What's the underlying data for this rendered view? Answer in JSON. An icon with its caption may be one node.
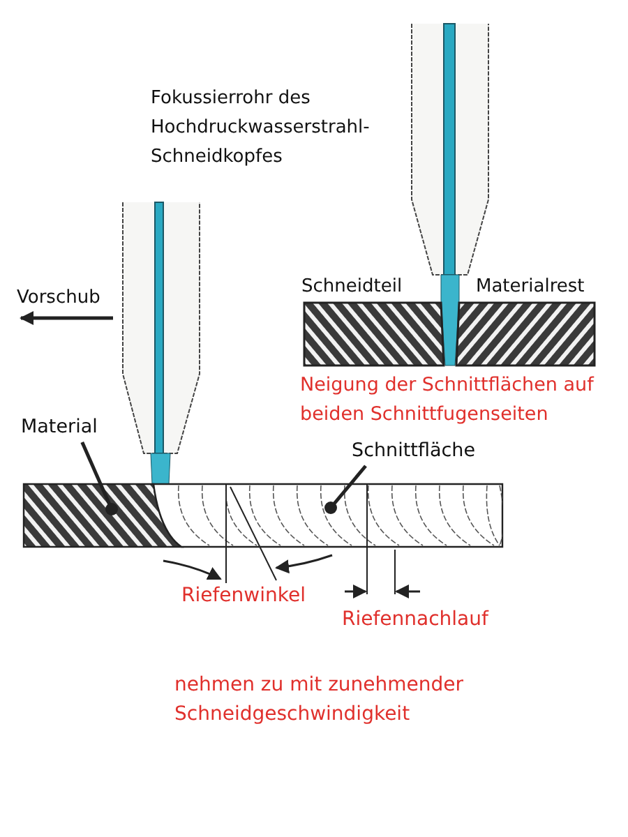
{
  "diagram": {
    "nodes": [
      {
        "text": [
          "Material"
        ]
      },
      {
        "text": [],
        "shape": "box"
      },
      {
        "text": [
          "Schnittfläche"
        ]
      },
      {
        "text": [],
        "shape": "box"
      }
    ],
    "edges": [
      {
        "from": 0,
        "to": 1,
        "arrow": "other"
      },
      {
        "from": 2,
        "to": 3,
        "arrow": "other"
      }
    ],
    "labels": [
      "Fokussierrohr des Hochdruckwasserstrahl-Schneidkopfes",
      "Vorschub",
      "Schneidteil",
      "Materialrest",
      "Neigung der Schnittflächen auf beiden Schnittfugenseiten",
      "Riefenwinkel",
      "Riefennachlauf",
      "nehmen zu mit zunehmender Schneidgeschwindigkeit"
    ]
  }
}
